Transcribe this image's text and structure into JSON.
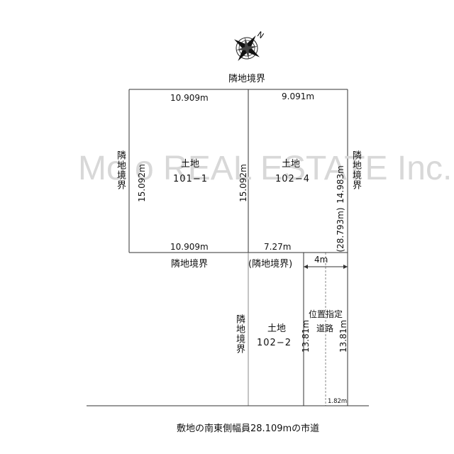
{
  "watermark": "Mo o REAL ESTATE Inc.",
  "compass_letter": "N",
  "boundaries": {
    "top": "隣地境界",
    "bottom_left": "隣地境界",
    "bottom_mid": "(隣地境界)",
    "left": "隣地境界",
    "right": "隣地境界",
    "lower_left": "隣地境界"
  },
  "lots": [
    {
      "name": "土地",
      "code": "101−1"
    },
    {
      "name": "土地",
      "code": "102−4"
    },
    {
      "name": "土地",
      "code": "102−2"
    }
  ],
  "dimensions": {
    "top_left": "10.909m",
    "top_right": "9.091m",
    "bottom_left": "10.909m",
    "bottom_mid": "7.27m",
    "left_side": "15.092m",
    "mid_side": "15.092m",
    "right_side": "14.983m",
    "right_paren": "(28.793m)",
    "road_width": "4m",
    "strip_left": "13.81m",
    "strip_right": "13.81m",
    "corner": "1.82m"
  },
  "road_label": {
    "line1": "位置指定",
    "line2": "道路"
  },
  "street_caption": "敷地の南東側幅員28.109mの市道"
}
